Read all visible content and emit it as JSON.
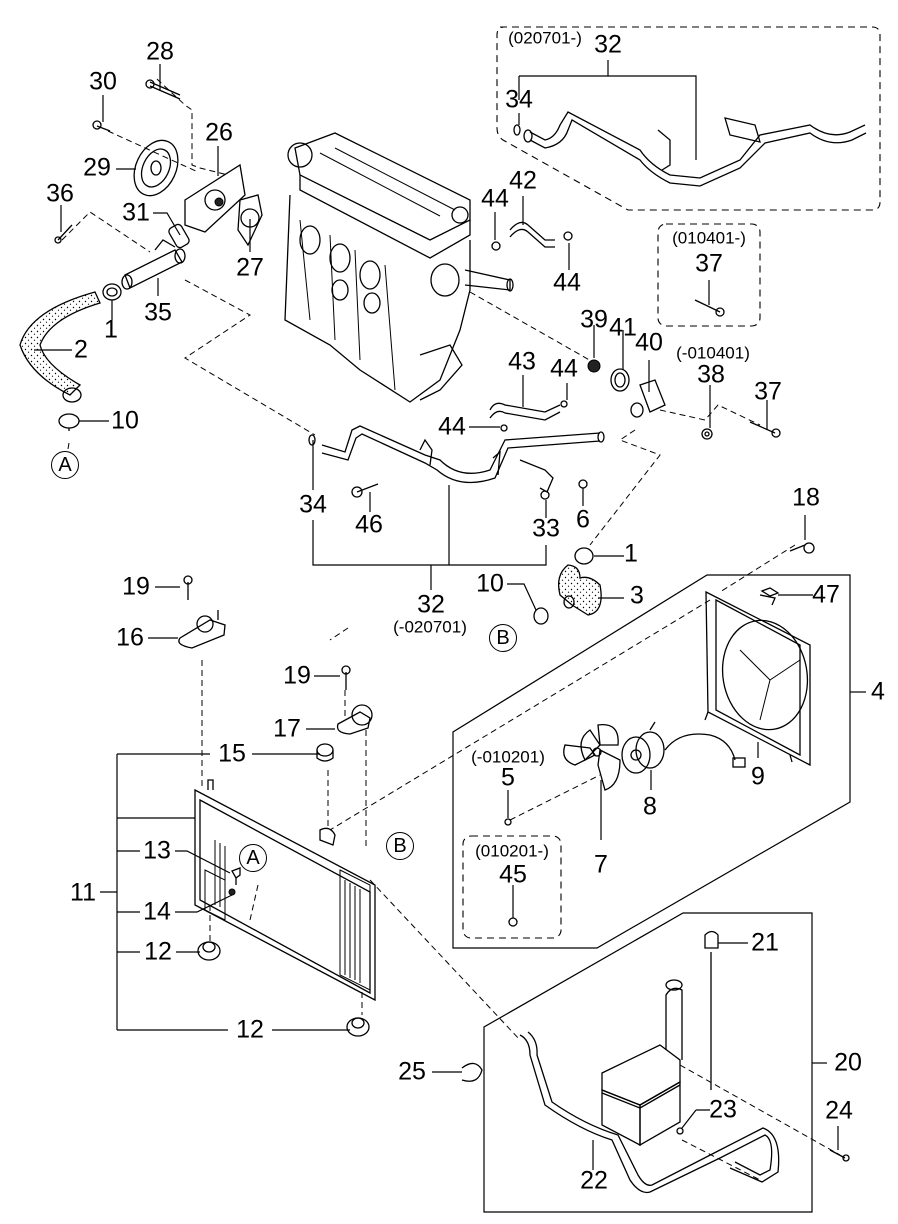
{
  "diagram": {
    "title": "Cooling system parts diagram",
    "labels": [
      {
        "id": "28",
        "text": "28"
      },
      {
        "id": "30",
        "text": "30"
      },
      {
        "id": "26",
        "text": "26"
      },
      {
        "id": "29",
        "text": "29"
      },
      {
        "id": "36",
        "text": "36"
      },
      {
        "id": "31",
        "text": "31"
      },
      {
        "id": "27",
        "text": "27"
      },
      {
        "id": "35",
        "text": "35"
      },
      {
        "id": "1a",
        "text": "1"
      },
      {
        "id": "2",
        "text": "2"
      },
      {
        "id": "10a",
        "text": "10"
      },
      {
        "id": "32a",
        "text": "32"
      },
      {
        "id": "34a",
        "text": "34"
      },
      {
        "id": "44a",
        "text": "44"
      },
      {
        "id": "42",
        "text": "42"
      },
      {
        "id": "44b",
        "text": "44"
      },
      {
        "id": "37a",
        "text": "37"
      },
      {
        "id": "39",
        "text": "39"
      },
      {
        "id": "41",
        "text": "41"
      },
      {
        "id": "40",
        "text": "40"
      },
      {
        "id": "38",
        "text": "38"
      },
      {
        "id": "37b",
        "text": "37"
      },
      {
        "id": "43",
        "text": "43"
      },
      {
        "id": "44c",
        "text": "44"
      },
      {
        "id": "44d",
        "text": "44"
      },
      {
        "id": "34b",
        "text": "34"
      },
      {
        "id": "46",
        "text": "46"
      },
      {
        "id": "33",
        "text": "33"
      },
      {
        "id": "6",
        "text": "6"
      },
      {
        "id": "32b",
        "text": "32"
      },
      {
        "id": "1b",
        "text": "1"
      },
      {
        "id": "10b",
        "text": "10"
      },
      {
        "id": "3",
        "text": "3"
      },
      {
        "id": "18",
        "text": "18"
      },
      {
        "id": "47",
        "text": "47"
      },
      {
        "id": "4",
        "text": "4"
      },
      {
        "id": "19a",
        "text": "19"
      },
      {
        "id": "16",
        "text": "16"
      },
      {
        "id": "19b",
        "text": "19"
      },
      {
        "id": "17",
        "text": "17"
      },
      {
        "id": "15",
        "text": "15"
      },
      {
        "id": "11",
        "text": "11"
      },
      {
        "id": "13",
        "text": "13"
      },
      {
        "id": "14",
        "text": "14"
      },
      {
        "id": "12a",
        "text": "12"
      },
      {
        "id": "12b",
        "text": "12"
      },
      {
        "id": "5",
        "text": "5"
      },
      {
        "id": "45",
        "text": "45"
      },
      {
        "id": "7",
        "text": "7"
      },
      {
        "id": "8",
        "text": "8"
      },
      {
        "id": "9",
        "text": "9"
      },
      {
        "id": "21",
        "text": "21"
      },
      {
        "id": "20",
        "text": "20"
      },
      {
        "id": "25",
        "text": "25"
      },
      {
        "id": "23",
        "text": "23"
      },
      {
        "id": "24",
        "text": "24"
      },
      {
        "id": "22",
        "text": "22"
      }
    ],
    "notes": [
      {
        "id": "n020701",
        "text": "(020701-)"
      },
      {
        "id": "n010401",
        "text": "(010401-)"
      },
      {
        "id": "n-010401",
        "text": "(-010401)"
      },
      {
        "id": "n-020701",
        "text": "(-020701)"
      },
      {
        "id": "n-010201",
        "text": "(-010201)"
      },
      {
        "id": "n010201",
        "text": "(010201-)"
      }
    ],
    "callouts": [
      {
        "id": "A1",
        "text": "A"
      },
      {
        "id": "B1",
        "text": "B"
      },
      {
        "id": "A2",
        "text": "A"
      },
      {
        "id": "B2",
        "text": "B"
      }
    ]
  }
}
